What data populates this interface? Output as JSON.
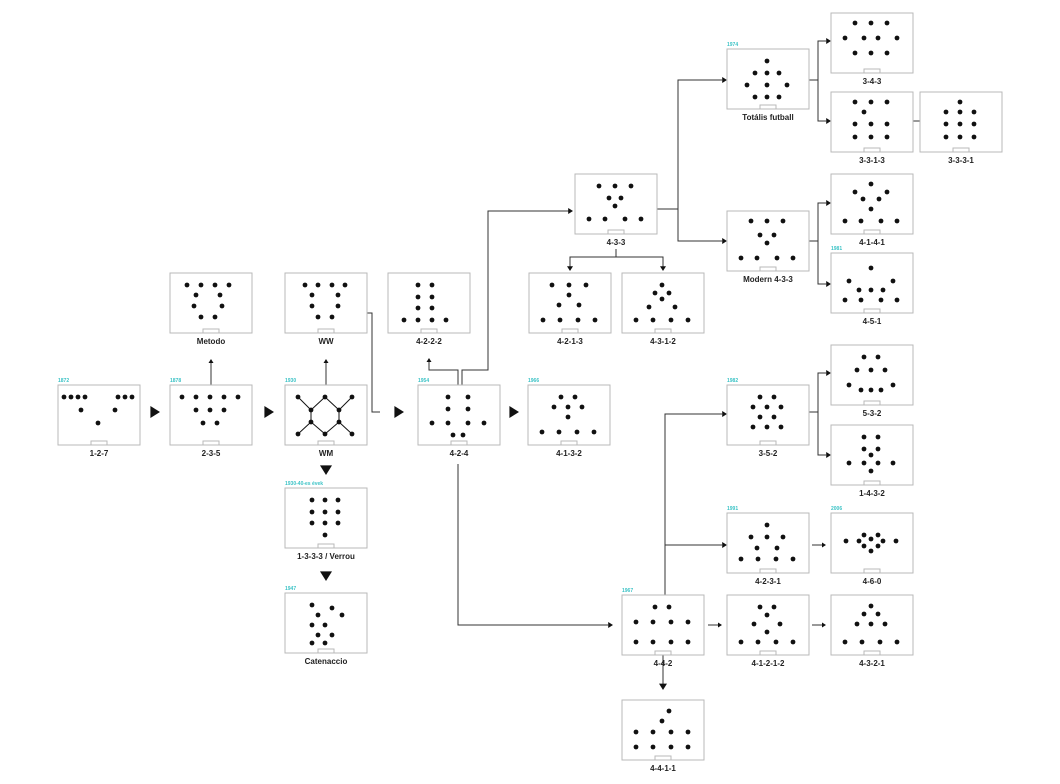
{
  "colors": {
    "year": "#3cc3c6",
    "box_border": "#b9b9b9",
    "dot": "#111111",
    "line": "#333333"
  },
  "formations": [
    {
      "id": "f127",
      "label": "1-2-7",
      "year": "1872"
    },
    {
      "id": "f235",
      "label": "2-3-5",
      "year": "1878"
    },
    {
      "id": "metodo",
      "label": "Metodo",
      "year": ""
    },
    {
      "id": "wm",
      "label": "WM",
      "year": "1930"
    },
    {
      "id": "ww",
      "label": "WW",
      "year": ""
    },
    {
      "id": "verrou",
      "label": "1-3-3-3 / Verrou",
      "year": "1930-40-es évek"
    },
    {
      "id": "catenaccio",
      "label": "Catenaccio",
      "year": "1947"
    },
    {
      "id": "f424",
      "label": "4-2-4",
      "year": "1954"
    },
    {
      "id": "f4222",
      "label": "4-2-2-2",
      "year": ""
    },
    {
      "id": "f4132",
      "label": "4-1-3-2",
      "year": "1966"
    },
    {
      "id": "f433",
      "label": "4-3-3",
      "year": ""
    },
    {
      "id": "f4213",
      "label": "4-2-1-3",
      "year": ""
    },
    {
      "id": "f4312",
      "label": "4-3-1-2",
      "year": ""
    },
    {
      "id": "totalis",
      "label": "Totális futball",
      "year": "1974"
    },
    {
      "id": "f343",
      "label": "3-4-3",
      "year": ""
    },
    {
      "id": "f3313",
      "label": "3-3-1-3",
      "year": ""
    },
    {
      "id": "f3331",
      "label": "3-3-3-1",
      "year": ""
    },
    {
      "id": "modern433",
      "label": "Modern 4-3-3",
      "year": ""
    },
    {
      "id": "f4141",
      "label": "4-1-4-1",
      "year": ""
    },
    {
      "id": "f451",
      "label": "4-5-1",
      "year": "1981"
    },
    {
      "id": "f442",
      "label": "4-4-2",
      "year": "1967"
    },
    {
      "id": "f4411",
      "label": "4-4-1-1",
      "year": ""
    },
    {
      "id": "f41212",
      "label": "4-1-2-1-2",
      "year": ""
    },
    {
      "id": "f4321",
      "label": "4-3-2-1",
      "year": ""
    },
    {
      "id": "f352",
      "label": "3-5-2",
      "year": "1982"
    },
    {
      "id": "f532",
      "label": "5-3-2",
      "year": ""
    },
    {
      "id": "f1432",
      "label": "1-4-3-2",
      "year": ""
    },
    {
      "id": "f4231",
      "label": "4-2-3-1",
      "year": "1991"
    },
    {
      "id": "f460",
      "label": "4-6-0",
      "year": "2006"
    }
  ]
}
